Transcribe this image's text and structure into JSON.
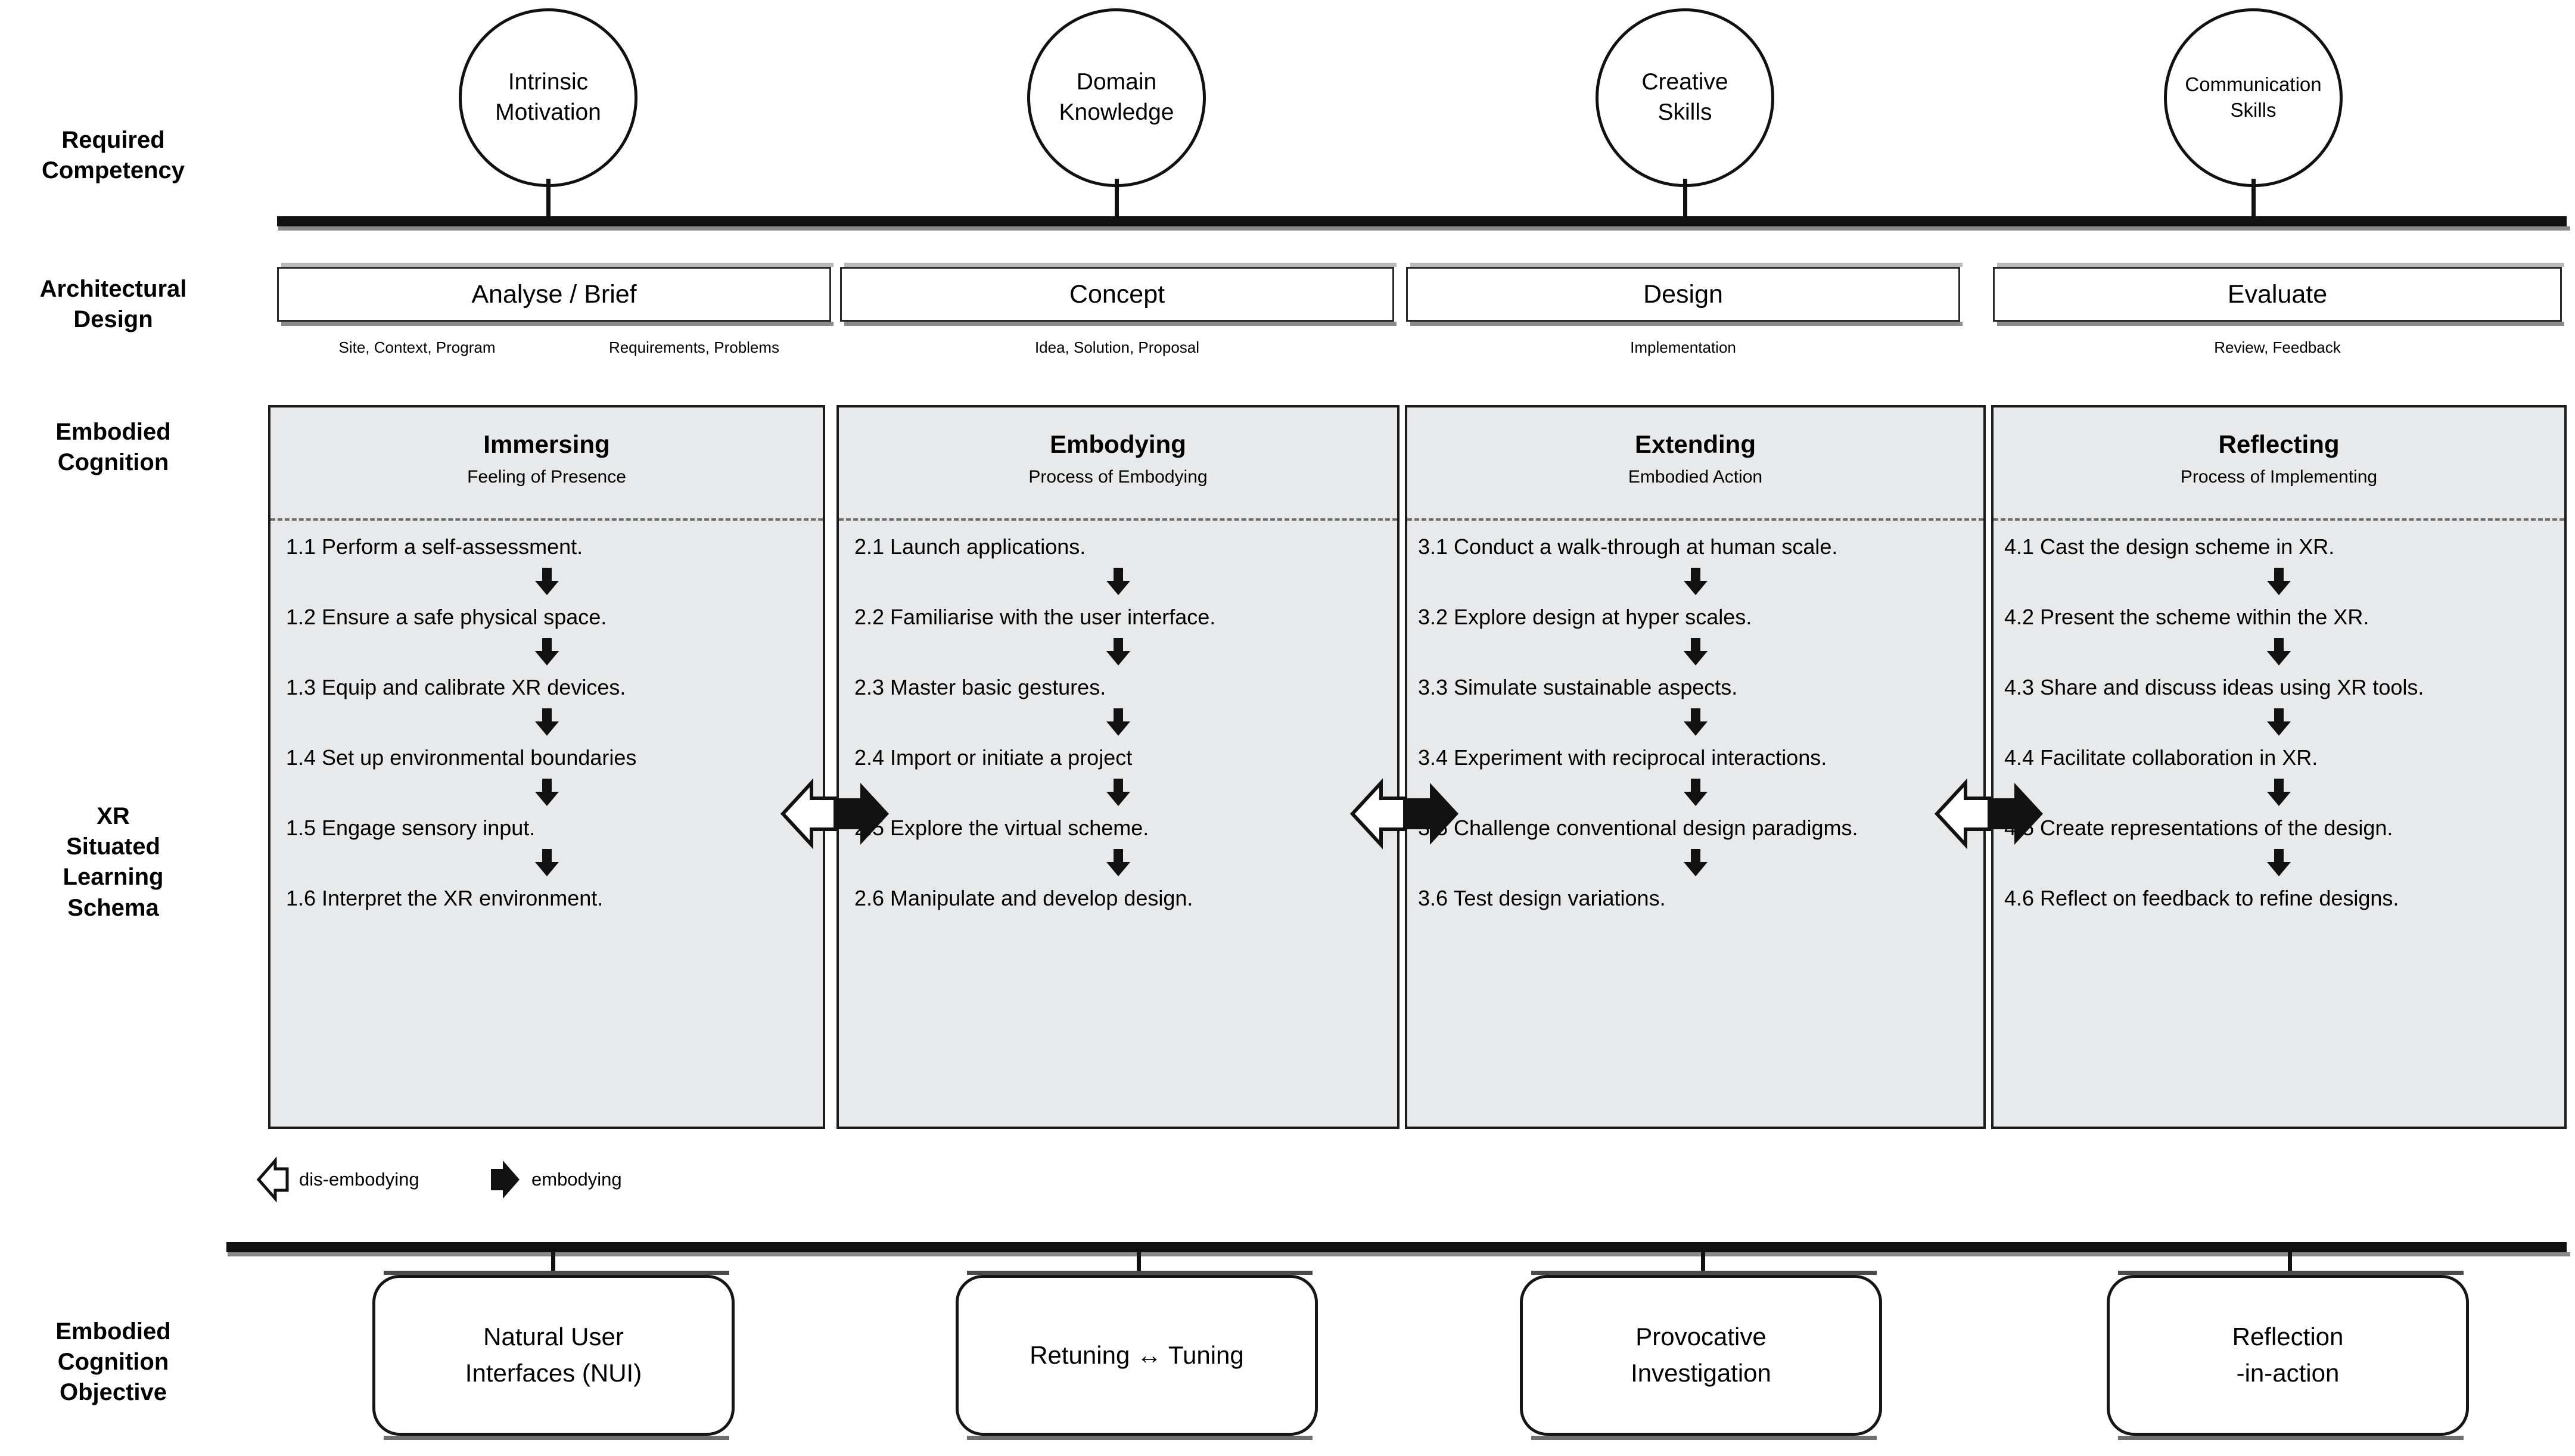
{
  "rows": {
    "required_competency": "Required\nCompetency",
    "architectural_design": "Architectural\nDesign",
    "embodied_cognition": "Embodied\nCognition",
    "xr_schema": "XR\nSituated\nLearning\nSchema",
    "embodied_cognition_objective": "Embodied\nCognition\nObjective"
  },
  "competencies": [
    {
      "label": "Intrinsic\nMotivation"
    },
    {
      "label": "Domain\nKnowledge"
    },
    {
      "label": "Creative\nSkills"
    },
    {
      "label": "Communication\nSkills"
    }
  ],
  "architectural_design": [
    {
      "title": "Analyse   /   Brief",
      "sub_left": "Site, Context,  Program",
      "sub_right": "Requirements, Problems"
    },
    {
      "title": "Concept",
      "sub_left": "Idea, Solution, Proposal",
      "sub_right": ""
    },
    {
      "title": "Design",
      "sub_left": "Implementation",
      "sub_right": ""
    },
    {
      "title": "Evaluate",
      "sub_left": "Review, Feedback",
      "sub_right": ""
    }
  ],
  "phases": [
    {
      "title": "Immersing",
      "subtitle": "Feeling of Presence",
      "steps": [
        "1.1 Perform a self-assessment.",
        "1.2 Ensure a safe physical space.",
        "1.3 Equip and calibrate XR devices.",
        "1.4 Set up environmental boundaries",
        "1.5 Engage sensory input.",
        "1.6 Interpret the XR environment."
      ]
    },
    {
      "title": "Embodying",
      "subtitle": "Process of Embodying",
      "steps": [
        "2.1 Launch applications.",
        "2.2 Familiarise with the user interface.",
        "2.3 Master basic gestures.",
        "2.4 Import or initiate a project",
        "2.5 Explore the virtual scheme.",
        "2.6 Manipulate and develop design."
      ]
    },
    {
      "title": "Extending",
      "subtitle": "Embodied Action",
      "steps": [
        "3.1 Conduct a walk-through at human scale.",
        "3.2 Explore design at hyper scales.",
        "3.3 Simulate sustainable aspects.",
        "3.4 Experiment with reciprocal interactions.",
        "3.5 Challenge conventional design paradigms.",
        "3.6 Test design variations."
      ]
    },
    {
      "title": "Reflecting",
      "subtitle": "Process of Implementing",
      "steps": [
        "4.1 Cast the design scheme in XR.",
        "4.2 Present the scheme within the XR.",
        "4.3 Share and discuss ideas using XR tools.",
        "4.4 Facilitate collaboration in XR.",
        "4.5 Create representations of the design.",
        "4.6 Reflect on feedback to refine designs."
      ]
    }
  ],
  "legend": [
    {
      "label": "dis-embodying",
      "style": "hollow-left-arrow"
    },
    {
      "label": "embodying",
      "style": "solid-right-arrow"
    }
  ],
  "objectives": [
    {
      "label": "Natural User\nInterfaces (NUI)"
    },
    {
      "label": "Retuning  ↔  Tuning"
    },
    {
      "label": "Provocative\nInvestigation"
    },
    {
      "label": "Reflection\n-in-action"
    }
  ],
  "colors": {
    "panel_fill": "#e7e9ea",
    "panel_border": "#1c1c1c",
    "rail": "#111111",
    "shadow": "#8b8b8b",
    "text": "#000000"
  }
}
